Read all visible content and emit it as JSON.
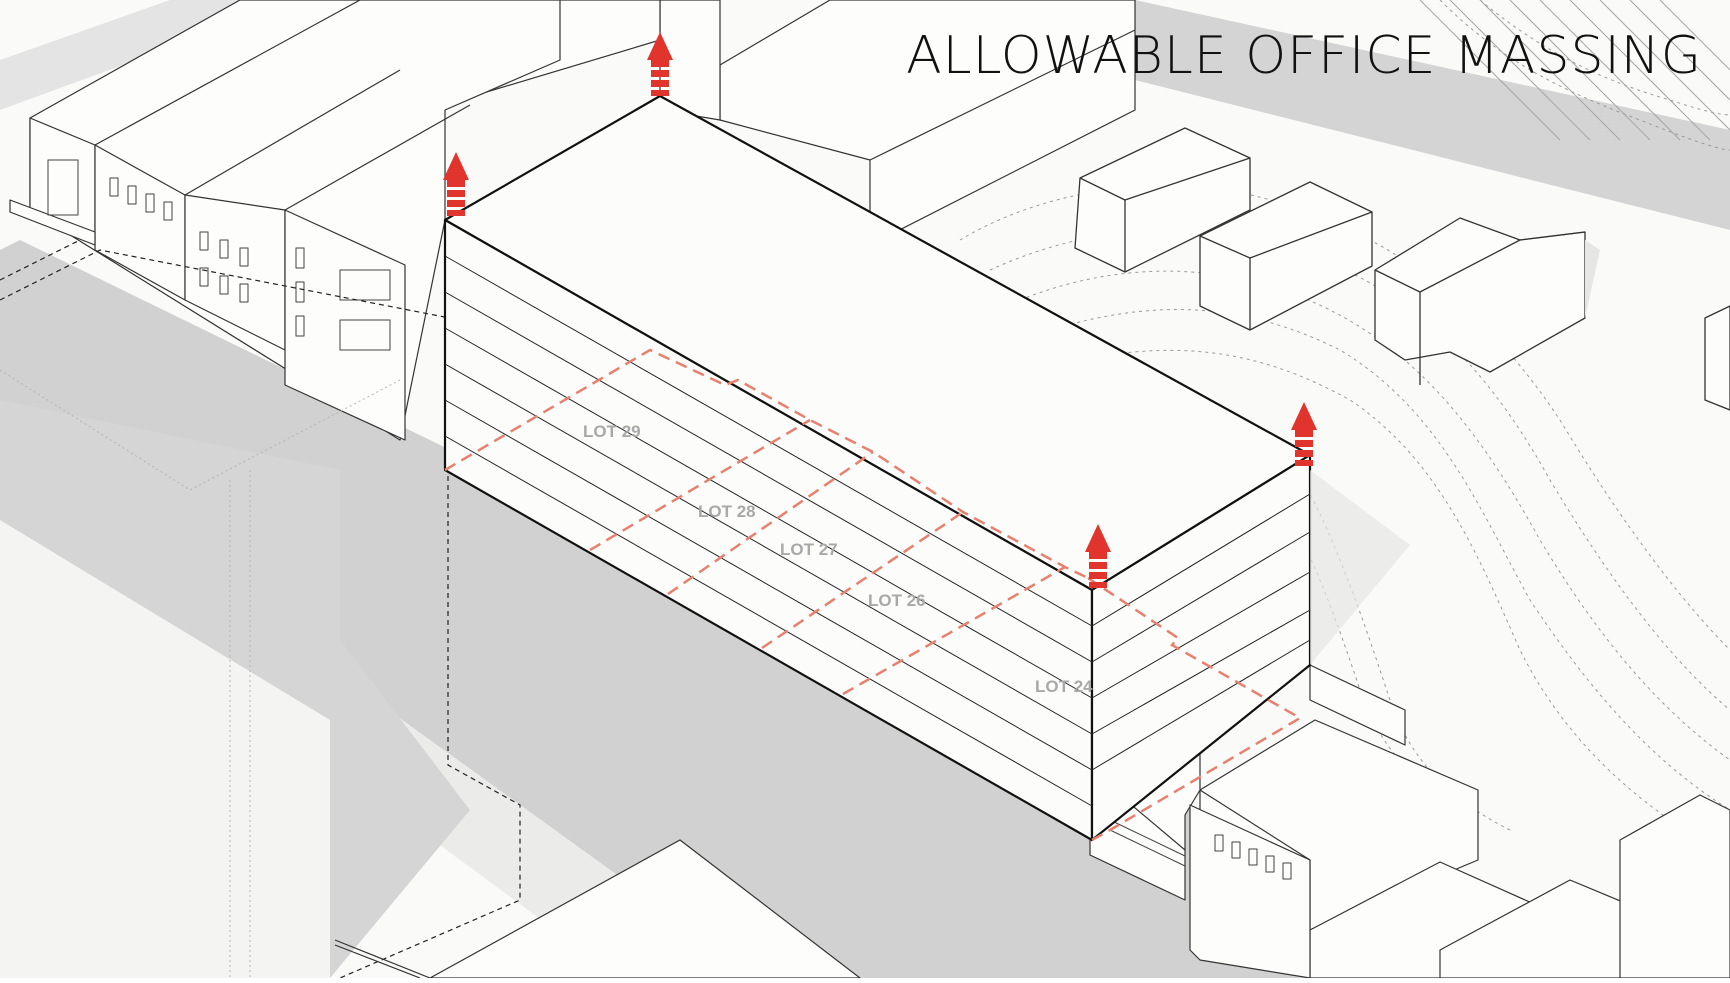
{
  "title": "ALLOWABLE OFFICE MASSING",
  "lots": [
    {
      "id": "lot-29",
      "label": "LOT 29"
    },
    {
      "id": "lot-28",
      "label": "LOT 28"
    },
    {
      "id": "lot-27",
      "label": "LOT 27"
    },
    {
      "id": "lot-26",
      "label": "LOT 26"
    },
    {
      "id": "lot-24",
      "label": "LOT 24"
    }
  ],
  "colors": {
    "accent_red": "#e0342c",
    "lot_boundary": "#e8806e",
    "street_gray": "#cdcdcd",
    "line": "#222222",
    "contour": "#9a9a9a"
  },
  "icons": [
    "up-arrow-icon"
  ]
}
